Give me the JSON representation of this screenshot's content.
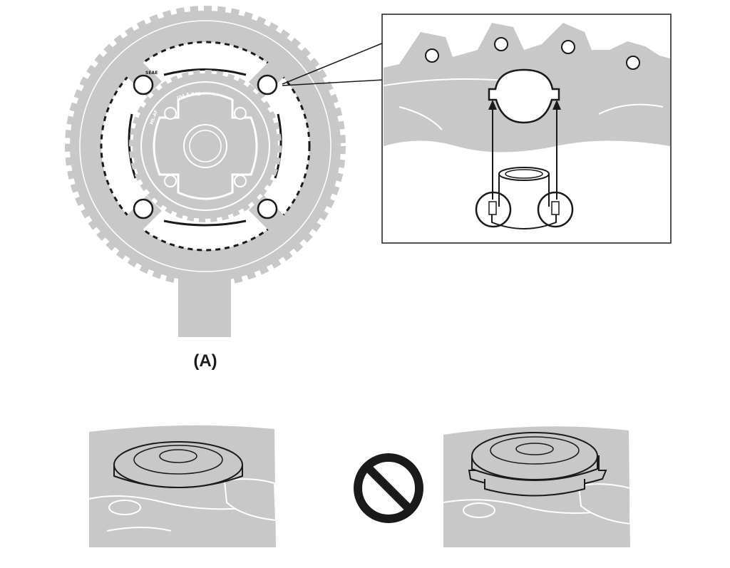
{
  "figure": {
    "label_a": "(A)",
    "ring_marking": "SEAE",
    "inner_marks": [
      "104.4",
      "BCD",
      "ML-AF"
    ]
  },
  "colors": {
    "part_gray": "#c8c8c8",
    "outline": "#1a1a1a",
    "background": "#ffffff"
  },
  "icons": {
    "prohibited": "no-symbol-icon",
    "indicator_arrow": "up-arrow-icon"
  }
}
